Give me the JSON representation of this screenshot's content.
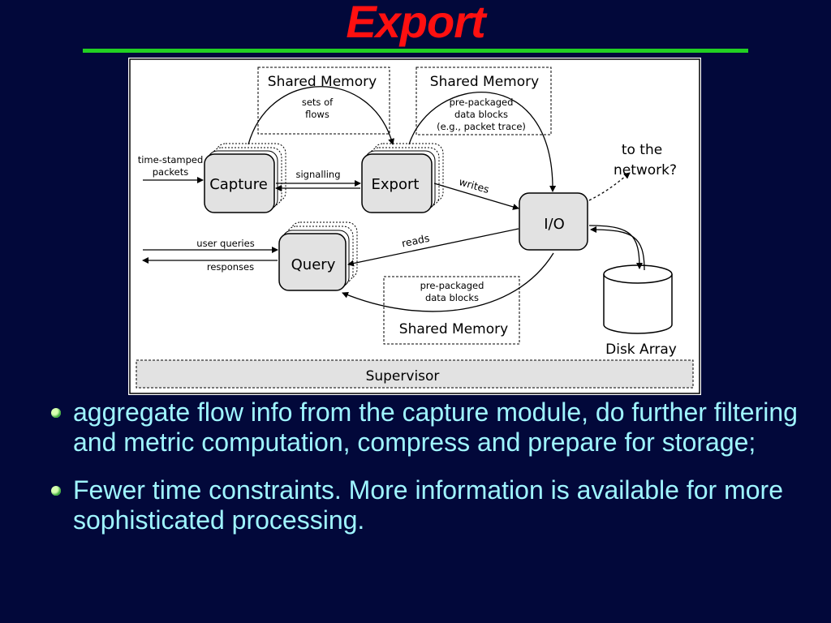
{
  "slide": {
    "title": "Export",
    "bullets": [
      "aggregate flow info from the capture module, do further filtering and metric computation, compress and prepare for storage;",
      "Fewer time constraints. More information is available for more sophisticated processing."
    ]
  },
  "diagram": {
    "modules": {
      "capture": "Capture",
      "export": "Export",
      "io": "I/O",
      "query": "Query"
    },
    "shared_memory": [
      {
        "title": "Shared Memory",
        "note_lines": [
          "sets of",
          "flows"
        ]
      },
      {
        "title": "Shared Memory",
        "note_lines": [
          "pre-packaged",
          "data blocks",
          "(e.g., packet trace)"
        ]
      },
      {
        "title": "Shared Memory",
        "note_lines": [
          "pre-packaged",
          "data blocks"
        ]
      }
    ],
    "labels": {
      "input_line1": "time-stamped",
      "input_line2": "packets",
      "signalling": "signalling",
      "writes": "writes",
      "reads": "reads",
      "user_queries": "user queries",
      "responses": "responses",
      "network_line1": "to the",
      "network_line2": "network?",
      "disk_array": "Disk Array",
      "supervisor": "Supervisor"
    }
  }
}
